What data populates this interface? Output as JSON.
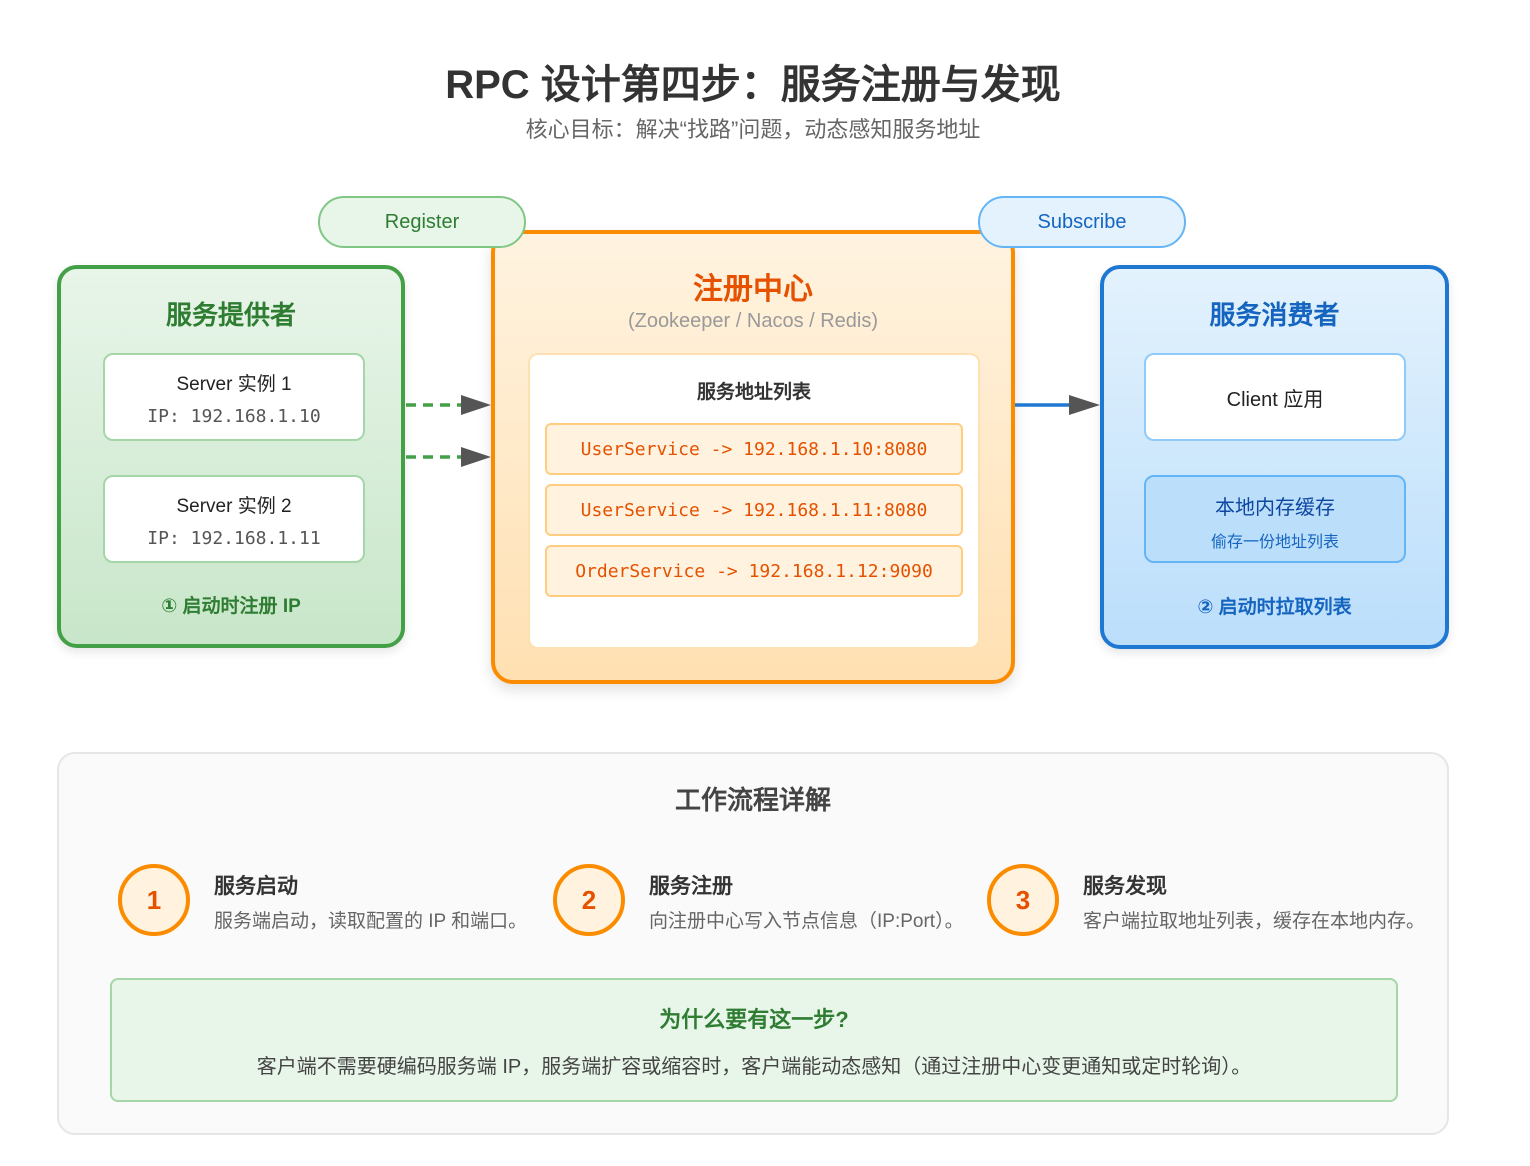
{
  "header": {
    "title": "RPC 设计第四步：服务注册与发现",
    "subtitle": "核心目标：解决“找路”问题，动态感知服务地址"
  },
  "pills": {
    "register": "Register",
    "subscribe": "Subscribe"
  },
  "provider": {
    "title": "服务提供者",
    "servers": [
      {
        "name": "Server 实例 1",
        "ip": "IP: 192.168.1.10"
      },
      {
        "name": "Server 实例 2",
        "ip": "IP: 192.168.1.11"
      }
    ],
    "note": "① 启动时注册 IP"
  },
  "registry": {
    "title": "注册中心",
    "subtitle": "(Zookeeper / Nacos / Redis)",
    "list_title": "服务地址列表",
    "entries": [
      "UserService -> 192.168.1.10:8080",
      "UserService -> 192.168.1.11:8080",
      "OrderService -> 192.168.1.12:9090"
    ]
  },
  "consumer": {
    "title": "服务消费者",
    "client": "Client 应用",
    "cache_title": "本地内存缓存",
    "cache_sub": "偷存一份地址列表",
    "note": "② 启动时拉取列表"
  },
  "workflow": {
    "title": "工作流程详解",
    "steps": [
      {
        "num": "1",
        "title": "服务启动",
        "desc": "服务端启动，读取配置的 IP 和端口。"
      },
      {
        "num": "2",
        "title": "服务注册",
        "desc": "向注册中心写入节点信息（IP:Port）。"
      },
      {
        "num": "3",
        "title": "服务发现",
        "desc": "客户端拉取地址列表，缓存在本地内存。"
      }
    ],
    "why_title": "为什么要有这一步?",
    "why_desc": "客户端不需要硬编码服务端 IP，服务端扩容或缩容时，客户端能动态感知（通过注册中心变更通知或定时轮询）。"
  },
  "colors": {
    "provider": "#43a047",
    "registry": "#fb8c00",
    "consumer": "#1e78d2",
    "arrowhead": "#555555"
  }
}
